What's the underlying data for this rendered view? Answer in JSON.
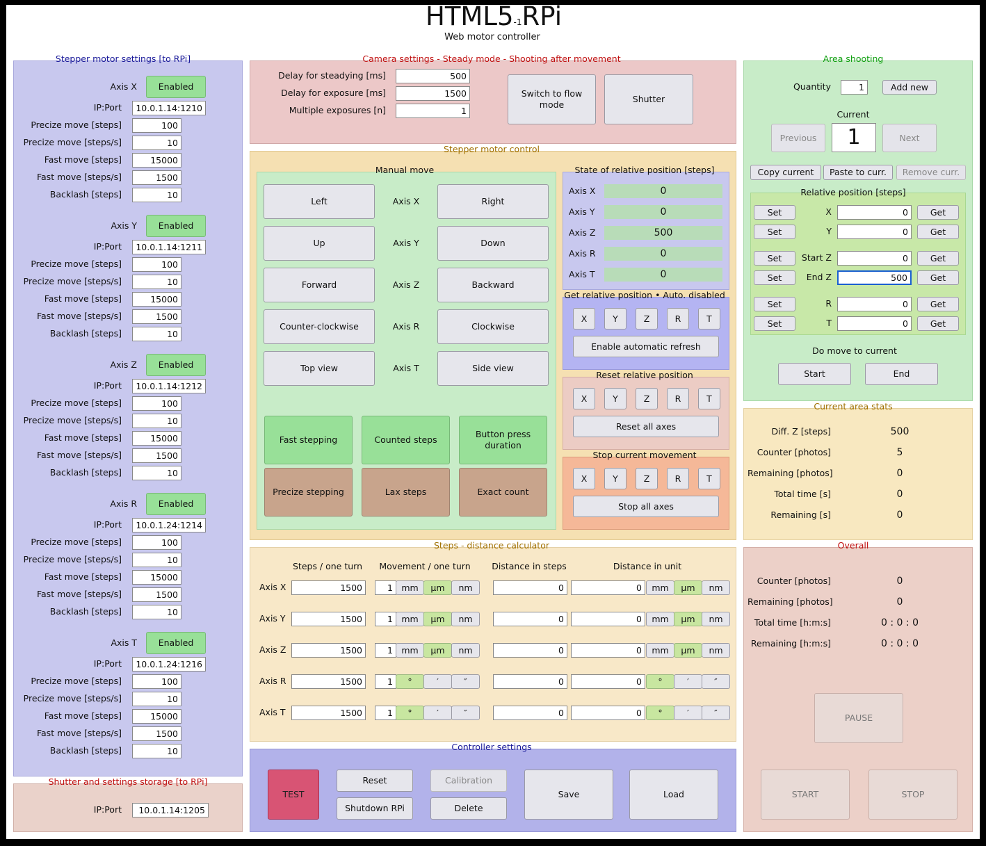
{
  "header": {
    "title": "HTML5",
    "title_sub": "-1",
    "title_end": "RPi",
    "subtitle": "Web motor controller"
  },
  "stepper_settings": {
    "title": "Stepper motor settings [to RPi]",
    "row_labels": [
      "IP:Port",
      "Precize move [steps]",
      "Precize move [steps/s]",
      "Fast move [steps]",
      "Fast move [steps/s]",
      "Backlash [steps]"
    ],
    "axes": [
      {
        "label": "Axis X",
        "status": "Enabled",
        "values": [
          "10.0.1.14:1210",
          "100",
          "10",
          "15000",
          "1500",
          "10"
        ]
      },
      {
        "label": "Axis Y",
        "status": "Enabled",
        "values": [
          "10.0.1.14:1211",
          "100",
          "10",
          "15000",
          "1500",
          "10"
        ]
      },
      {
        "label": "Axis Z",
        "status": "Enabled",
        "values": [
          "10.0.1.14:1212",
          "100",
          "10",
          "15000",
          "1500",
          "10"
        ]
      },
      {
        "label": "Axis R",
        "status": "Enabled",
        "values": [
          "10.0.1.24:1214",
          "100",
          "10",
          "15000",
          "1500",
          "10"
        ]
      },
      {
        "label": "Axis T",
        "status": "Enabled",
        "values": [
          "10.0.1.24:1216",
          "100",
          "10",
          "15000",
          "1500",
          "10"
        ]
      }
    ]
  },
  "shutter_storage": {
    "title": "Shutter and settings storage [to RPi]",
    "label": "IP:Port",
    "value": "10.0.1.14:1205"
  },
  "camera": {
    "title": "Camera settings - Steady mode - Shooting after movement",
    "rows": [
      {
        "label": "Delay for steadying [ms]",
        "value": "500"
      },
      {
        "label": "Delay for exposure [ms]",
        "value": "1500"
      },
      {
        "label": "Multiple exposures [n]",
        "value": "1"
      }
    ],
    "switch_button": "Switch to flow mode",
    "shutter_button": "Shutter"
  },
  "motor_control": {
    "title": "Stepper motor control",
    "manual": {
      "title": "Manual move",
      "rows": [
        {
          "left": "Left",
          "axis": "Axis X",
          "right": "Right"
        },
        {
          "left": "Up",
          "axis": "Axis Y",
          "right": "Down"
        },
        {
          "left": "Forward",
          "axis": "Axis Z",
          "right": "Backward"
        },
        {
          "left": "Counter-clockwise",
          "axis": "Axis R",
          "right": "Clockwise"
        },
        {
          "left": "Top view",
          "axis": "Axis T",
          "right": "Side view"
        }
      ],
      "modes": [
        "Fast stepping",
        "Counted steps",
        "Button press duration",
        "Precize stepping",
        "Lax steps",
        "Exact count"
      ]
    },
    "state": {
      "title": "State of relative position [steps]",
      "rows": [
        {
          "label": "Axis X",
          "value": "0"
        },
        {
          "label": "Axis Y",
          "value": "0"
        },
        {
          "label": "Axis Z",
          "value": "500"
        },
        {
          "label": "Axis R",
          "value": "0"
        },
        {
          "label": "Axis T",
          "value": "0"
        }
      ]
    },
    "axis_letters": [
      "X",
      "Y",
      "Z",
      "R",
      "T"
    ],
    "get_relative": {
      "title": "Get relative position • Auto. disabled",
      "button": "Enable automatic refresh"
    },
    "reset_relative": {
      "title": "Reset relative position",
      "button": "Reset all axes"
    },
    "stop": {
      "title": "Stop current movement",
      "button": "Stop all axes"
    }
  },
  "calculator": {
    "title": "Steps - distance calculator",
    "headers": [
      "Steps / one turn",
      "Movement / one turn",
      "Distance in steps",
      "Distance in unit"
    ],
    "rows": [
      {
        "axis": "Axis X",
        "steps": "1500",
        "move": "1",
        "units": [
          "mm",
          "μm",
          "nm"
        ],
        "dist_steps": "0",
        "dist_unit": "0"
      },
      {
        "axis": "Axis Y",
        "steps": "1500",
        "move": "1",
        "units": [
          "mm",
          "μm",
          "nm"
        ],
        "dist_steps": "0",
        "dist_unit": "0"
      },
      {
        "axis": "Axis Z",
        "steps": "1500",
        "move": "1",
        "units": [
          "mm",
          "μm",
          "nm"
        ],
        "dist_steps": "0",
        "dist_unit": "0"
      },
      {
        "axis": "Axis R",
        "steps": "1500",
        "move": "1",
        "units": [
          "°",
          "′",
          "″"
        ],
        "dist_steps": "0",
        "dist_unit": "0"
      },
      {
        "axis": "Axis T",
        "steps": "1500",
        "move": "1",
        "units": [
          "°",
          "′",
          "″"
        ],
        "dist_steps": "0",
        "dist_unit": "0"
      }
    ]
  },
  "controller": {
    "title": "Controller settings",
    "test": "TEST",
    "reset": "Reset",
    "shutdown": "Shutdown RPi",
    "calibration": "Calibration",
    "delete": "Delete",
    "save": "Save",
    "load": "Load"
  },
  "area": {
    "title": "Area shooting",
    "quantity_label": "Quantity",
    "quantity": "1",
    "add_new": "Add new",
    "current_label": "Current",
    "previous": "Previous",
    "current": "1",
    "next": "Next",
    "copy": "Copy current",
    "paste": "Paste to curr.",
    "remove": "Remove curr.",
    "relative": {
      "title": "Relative position [steps]",
      "set": "Set",
      "get": "Get",
      "rows": [
        {
          "label": "X",
          "value": "0"
        },
        {
          "label": "Y",
          "value": "0"
        },
        {
          "label": "Start Z",
          "value": "0"
        },
        {
          "label": "End Z",
          "value": "500"
        },
        {
          "label": "R",
          "value": "0"
        },
        {
          "label": "T",
          "value": "0"
        }
      ]
    },
    "do_move": "Do move to current",
    "start": "Start",
    "end": "End"
  },
  "stats": {
    "title": "Current area stats",
    "rows": [
      {
        "label": "Diff. Z [steps]",
        "value": "500"
      },
      {
        "label": "Counter [photos]",
        "value": "5"
      },
      {
        "label": "Remaining [photos]",
        "value": "0"
      },
      {
        "label": "Total time [s]",
        "value": "0"
      },
      {
        "label": "Remaining [s]",
        "value": "0"
      }
    ]
  },
  "overall": {
    "title": "Overall",
    "rows": [
      {
        "label": "Counter [photos]",
        "value": "0"
      },
      {
        "label": "Remaining [photos]",
        "value": "0"
      },
      {
        "label": "Total time [h:m:s]",
        "value": "0 : 0 : 0"
      },
      {
        "label": "Remaining [h:m:s]",
        "value": "0 : 0 : 0"
      }
    ],
    "pause": "PAUSE",
    "start": "START",
    "stop": "STOP"
  }
}
